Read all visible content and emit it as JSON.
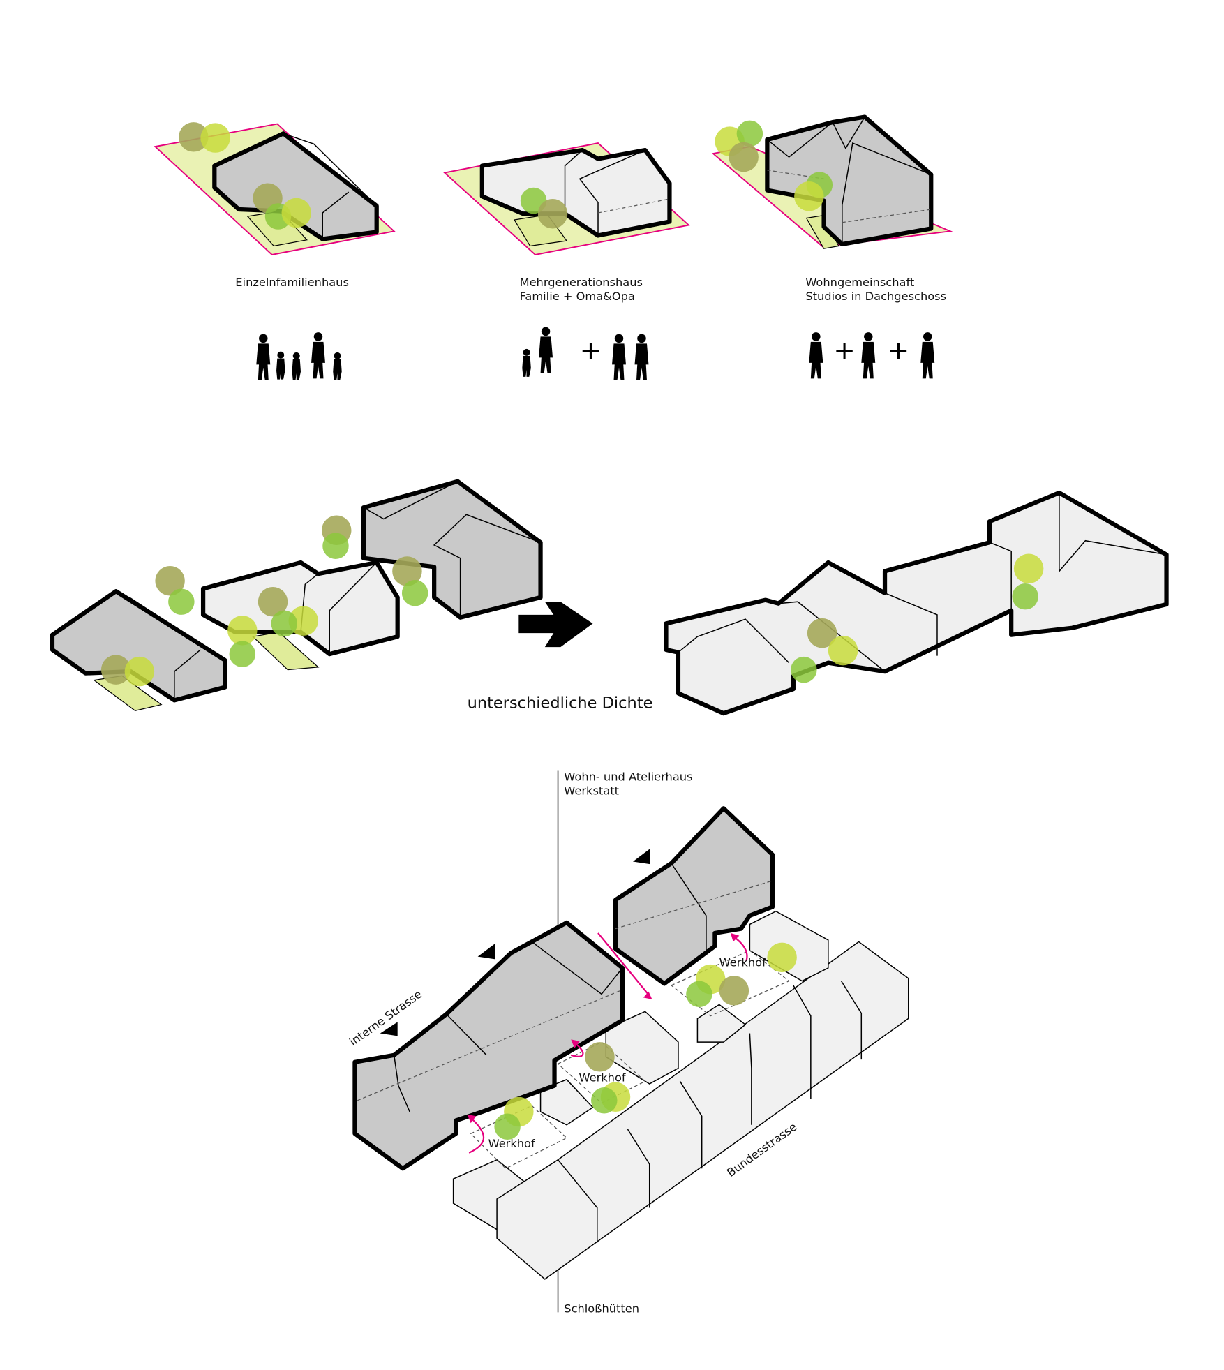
{
  "top_row": {
    "types": [
      {
        "title": "Einzelnfamilienhaus",
        "subtitle": ""
      },
      {
        "title": "Mehrgenerationshaus",
        "subtitle": "Familie + Oma&Opa"
      },
      {
        "title": "Wohngemeinschaft",
        "subtitle": "Studios in Dachgeschoss"
      }
    ],
    "plus_sign": "+"
  },
  "middle": {
    "caption": "unterschiedliche Dichte"
  },
  "bottom": {
    "label_top_line1": "Wohn- und Atelierhaus",
    "label_top_line2": "Werkstatt",
    "label_bottom": "Schloßhütten",
    "street_internal": "interne Strasse",
    "street_main": "Bundesstrasse",
    "courtyard_label": "Werkhof"
  },
  "colors": {
    "accent": "#e6007e",
    "tree_olive": "#a5a85a",
    "tree_lime": "#c8dc3c",
    "tree_green": "#8cc83c",
    "building_grey": "#c9c9c9"
  }
}
